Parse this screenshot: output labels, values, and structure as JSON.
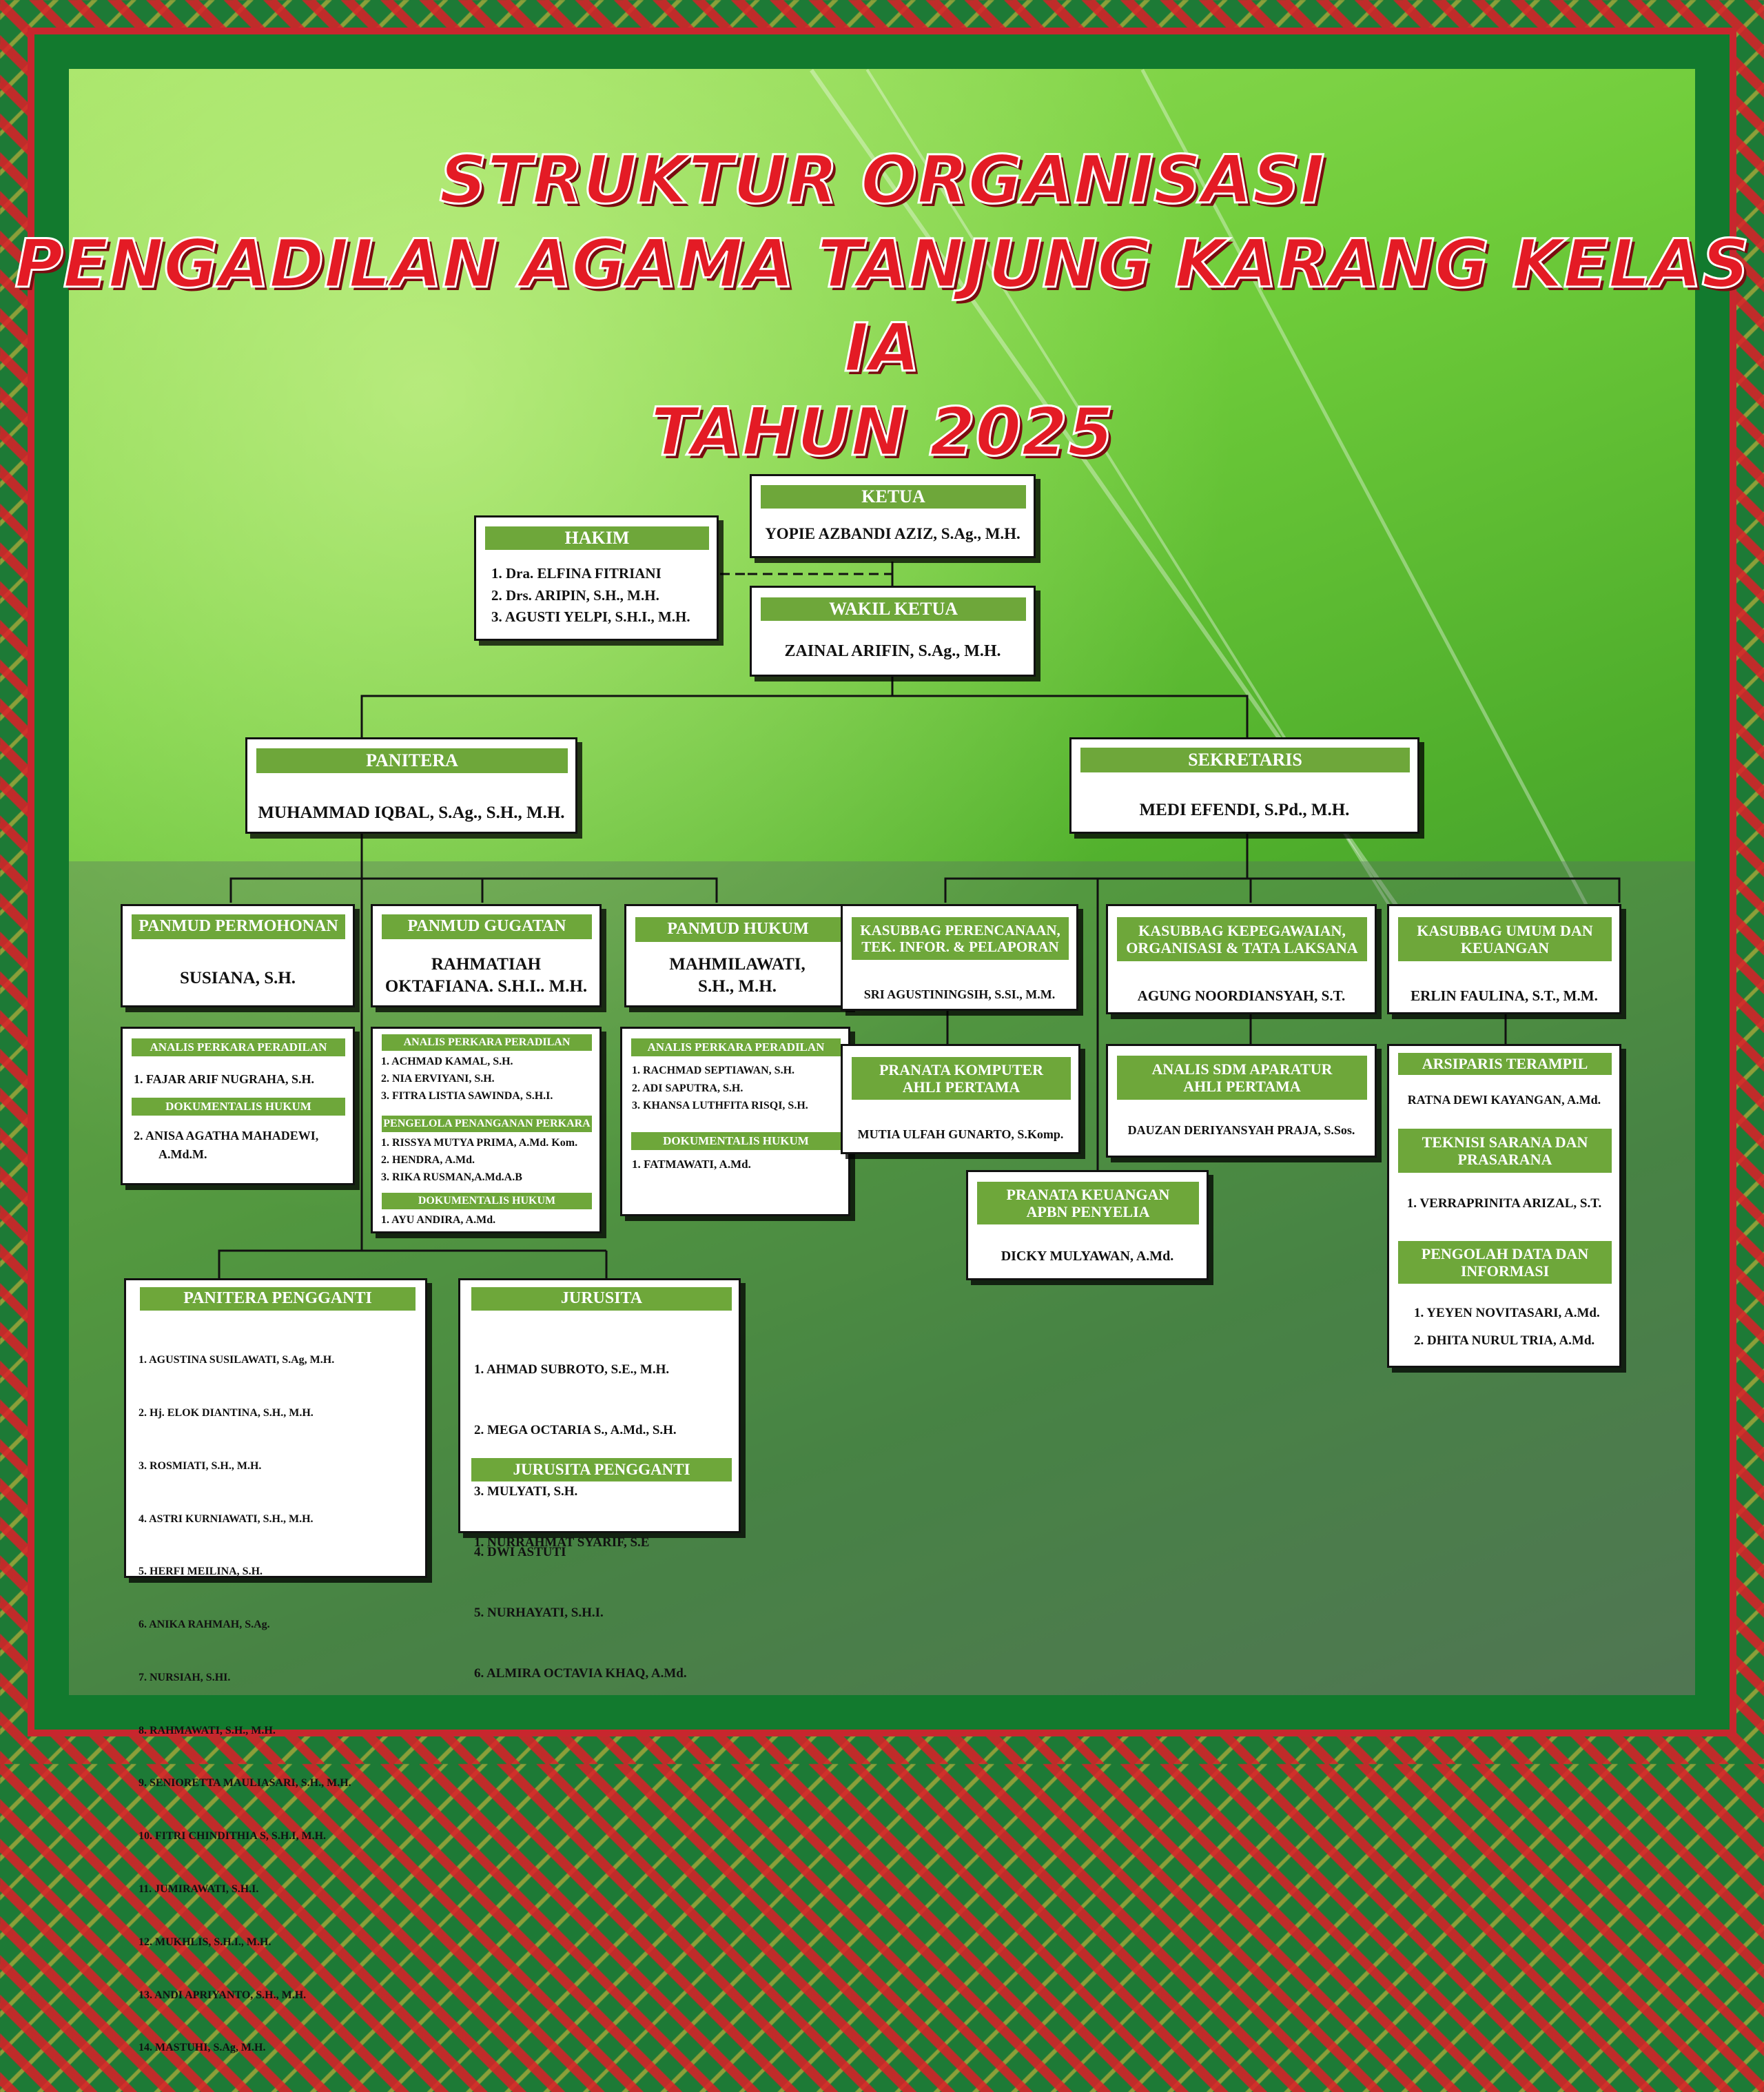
{
  "title": {
    "line1": "STRUKTUR ORGANISASI",
    "line2": "PENGADILAN AGAMA TANJUNG KARANG KELAS IA",
    "line3": "TAHUN 2025"
  },
  "ketua": {
    "heading": "KETUA",
    "name": "YOPIE AZBANDI AZIZ, S.Ag., M.H."
  },
  "hakim": {
    "heading": "HAKIM",
    "members": [
      "1. Dra. ELFINA FITRIANI",
      "2. Drs. ARIPIN, S.H., M.H.",
      "3. AGUSTI YELPI, S.H.I., M.H."
    ]
  },
  "wakil_ketua": {
    "heading": "WAKIL KETUA",
    "name": "ZAINAL ARIFIN, S.Ag., M.H."
  },
  "panitera": {
    "heading": "PANITERA",
    "name": "MUHAMMAD IQBAL, S.Ag., S.H., M.H."
  },
  "sekretaris": {
    "heading": "SEKRETARIS",
    "name": "MEDI EFENDI, S.Pd., M.H."
  },
  "panmud_permohonan": {
    "heading": "PANMUD PERMOHONAN",
    "name": "SUSIANA, S.H.",
    "analis_heading": "ANALIS PERKARA PERADILAN",
    "analis": [
      "1.    FAJAR ARIF NUGRAHA, S.H."
    ],
    "dokumentalis_heading": "DOKUMENTALIS HUKUM",
    "dokumentalis": [
      "2.    ANISA AGATHA MAHADEWI,",
      "A.Md.M."
    ]
  },
  "panmud_gugatan": {
    "heading": "PANMUD GUGATAN",
    "name1": "RAHMATIAH",
    "name2": "OKTAFIANA. S.H.I.. M.H.",
    "analis_heading": "ANALIS PERKARA PERADILAN",
    "analis": [
      "1. ACHMAD KAMAL, S.H.",
      "2. NIA ERVIYANI, S.H.",
      "3. FITRA LISTIA SAWINDA, S.H.I."
    ],
    "pengelola_heading": "PENGELOLA PENANGANAN PERKARA",
    "pengelola": [
      "1. RISSYA MUTYA PRIMA, A.Md. Kom.",
      "2. HENDRA, A.Md.",
      "3. RIKA RUSMAN,A.Md.A.B"
    ],
    "dokumentalis_heading": "DOKUMENTALIS HUKUM",
    "dokumentalis": [
      "1. AYU ANDIRA, A.Md."
    ]
  },
  "panmud_hukum": {
    "heading": "PANMUD HUKUM",
    "name1": "MAHMILAWATI,",
    "name2": "S.H., M.H.",
    "analis_heading": "ANALIS PERKARA PERADILAN",
    "analis": [
      "1. RACHMAD SEPTIAWAN, S.H.",
      "2. ADI SAPUTRA, S.H.",
      "3. KHANSA LUTHFITA RISQI, S.H."
    ],
    "dokumentalis_heading": "DOKUMENTALIS HUKUM",
    "dokumentalis": [
      "1. FATMAWATI, A.Md."
    ]
  },
  "kasubbag_perencanaan": {
    "heading1": "KASUBBAG PERENCANAAN,",
    "heading2": "TEK. INFOR. & PELAPORAN",
    "name": "SRI AGUSTININGSIH, S.SI., M.M."
  },
  "pranata_komputer": {
    "heading1": "PRANATA KOMPUTER",
    "heading2": "AHLI PERTAMA",
    "name": "MUTIA ULFAH GUNARTO, S.Komp."
  },
  "kasubbag_kepegawaian": {
    "heading1": "KASUBBAG KEPEGAWAIAN,",
    "heading2": "ORGANISASI & TATA LAKSANA",
    "name": "AGUNG NOORDIANSYAH, S.T."
  },
  "analis_sdm": {
    "heading1": "ANALIS SDM APARATUR",
    "heading2": "AHLI PERTAMA",
    "name": "DAUZAN DERIYANSYAH PRAJA, S.Sos."
  },
  "pranata_keuangan": {
    "heading1": "PRANATA KEUANGAN",
    "heading2": "APBN PENYELIA",
    "name": "DICKY MULYAWAN, A.Md."
  },
  "kasubbag_umum": {
    "heading1": "KASUBBAG UMUM DAN",
    "heading2": "KEUANGAN",
    "name": "ERLIN FAULINA, S.T., M.M."
  },
  "umum_staff": {
    "arsiparis_heading": "ARSIPARIS TERAMPIL",
    "arsiparis": "RATNA DEWI KAYANGAN, A.Md.",
    "teknisi_heading1": "TEKNISI SARANA DAN",
    "teknisi_heading2": "PRASARANA",
    "teknisi": "1. VERRAPRINITA ARIZAL, S.T.",
    "pengolah_heading1": "PENGOLAH DATA DAN",
    "pengolah_heading2": "INFORMASI",
    "pengolah": [
      "1. YEYEN NOVITASARI, A.Md.",
      "2. DHITA NURUL TRIA, A.Md."
    ]
  },
  "panitera_pengganti": {
    "heading": "PANITERA PENGGANTI",
    "members": [
      "1.     AGUSTINA SUSILAWATI, S.Ag, M.H.",
      "2.     Hj. ELOK DIANTINA, S.H., M.H.",
      "3.     ROSMIATI, S.H., M.H.",
      "4.     ASTRI KURNIAWATI, S.H., M.H.",
      "5.     HERFI MEILINA, S.H.",
      "6.     ANIKA RAHMAH, S.Ag.",
      "7.     NURSIAH, S.HI.",
      "8.     RAHMAWATI, S.H., M.H.",
      "9.     SENIORETTA MAULIASARI, S.H., M.H.",
      "10.   FITRI CHINDITHIA S, S.H.I, M.H.",
      "11.   JUMIRAWATI, S.H.I.",
      "12.   MUKHLIS, S.H.I., M.H.",
      "13.   ANDI APRIYANTO, S.H., M.H.",
      "14.   MASTUHI, S.Ag, M.H."
    ]
  },
  "jurusita": {
    "heading": "JURUSITA",
    "members": [
      "1.   AHMAD SUBROTO, S.E., M.H.",
      "2.   MEGA OCTARIA S., A.Md., S.H.",
      "3.   MULYATI, S.H.",
      "4.   DWI ASTUTI",
      "5.   NURHAYATI, S.H.I.",
      "6.   ALMIRA OCTAVIA KHAQ, A.Md."
    ],
    "pengganti_heading": "JURUSITA PENGGANTI",
    "pengganti": [
      "1.     NURRAHMAT SYARIF, S.E"
    ]
  },
  "colors": {
    "title": "#e41b25",
    "header_bg": "#6ea73a",
    "frame": "#127a2e",
    "border_accent": "#c8262e"
  }
}
